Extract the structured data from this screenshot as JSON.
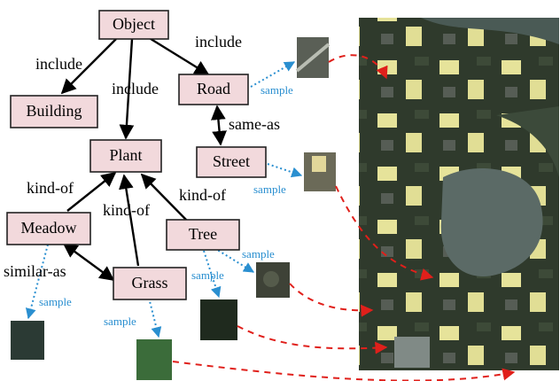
{
  "nodes": {
    "object": "Object",
    "building": "Building",
    "road": "Road",
    "plant": "Plant",
    "street": "Street",
    "meadow": "Meadow",
    "tree": "Tree",
    "grass": "Grass"
  },
  "relations": {
    "include_building": "include",
    "include_plant": "include",
    "include_road": "include",
    "same_as": "same-as",
    "kind_of_meadow": "kind-of",
    "kind_of_grass": "kind-of",
    "kind_of_tree": "kind-of",
    "similar_as": "similar-as"
  },
  "sample_label": "sample",
  "colors": {
    "node_fill": "#f2d9dc",
    "sample_blue": "#2a8fd0",
    "red_arrow": "#e0201b"
  }
}
